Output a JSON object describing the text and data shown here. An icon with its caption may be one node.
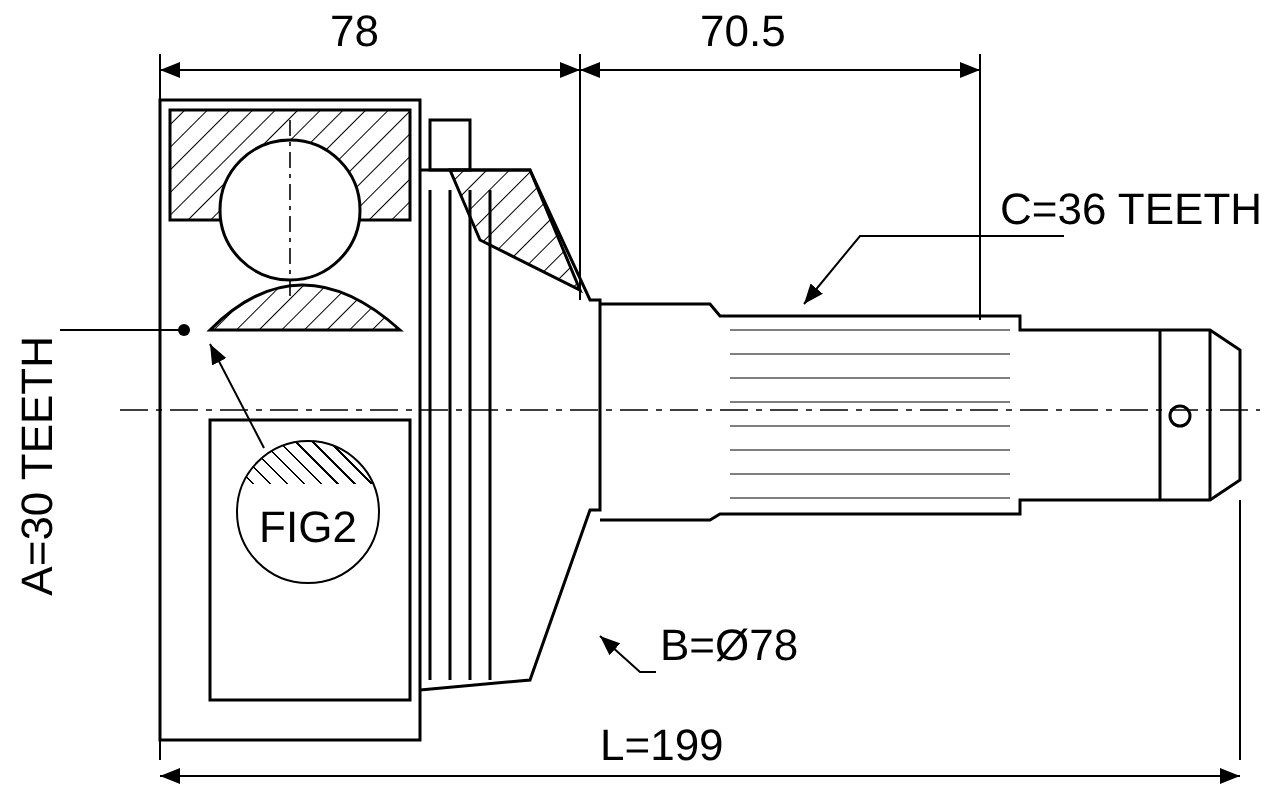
{
  "diagram": {
    "nodes": [
      {
        "text": [
          "C=36 TEETH"
        ]
      },
      {
        "text": [
          "A=30 TEETH"
        ]
      },
      {
        "text": [
          "FIG2"
        ]
      },
      {
        "text": [
          "B=Ø78"
        ]
      }
    ],
    "edges": [
      {
        "from": 0,
        "to": null,
        "arrow": "to"
      },
      {
        "from": 1,
        "to": null,
        "arrow": "other"
      },
      {
        "from": 2,
        "to": null,
        "arrow": "to"
      },
      {
        "from": 3,
        "to": null,
        "arrow": "to"
      }
    ],
    "labels": [
      "78",
      "70.5",
      "L=199"
    ]
  }
}
